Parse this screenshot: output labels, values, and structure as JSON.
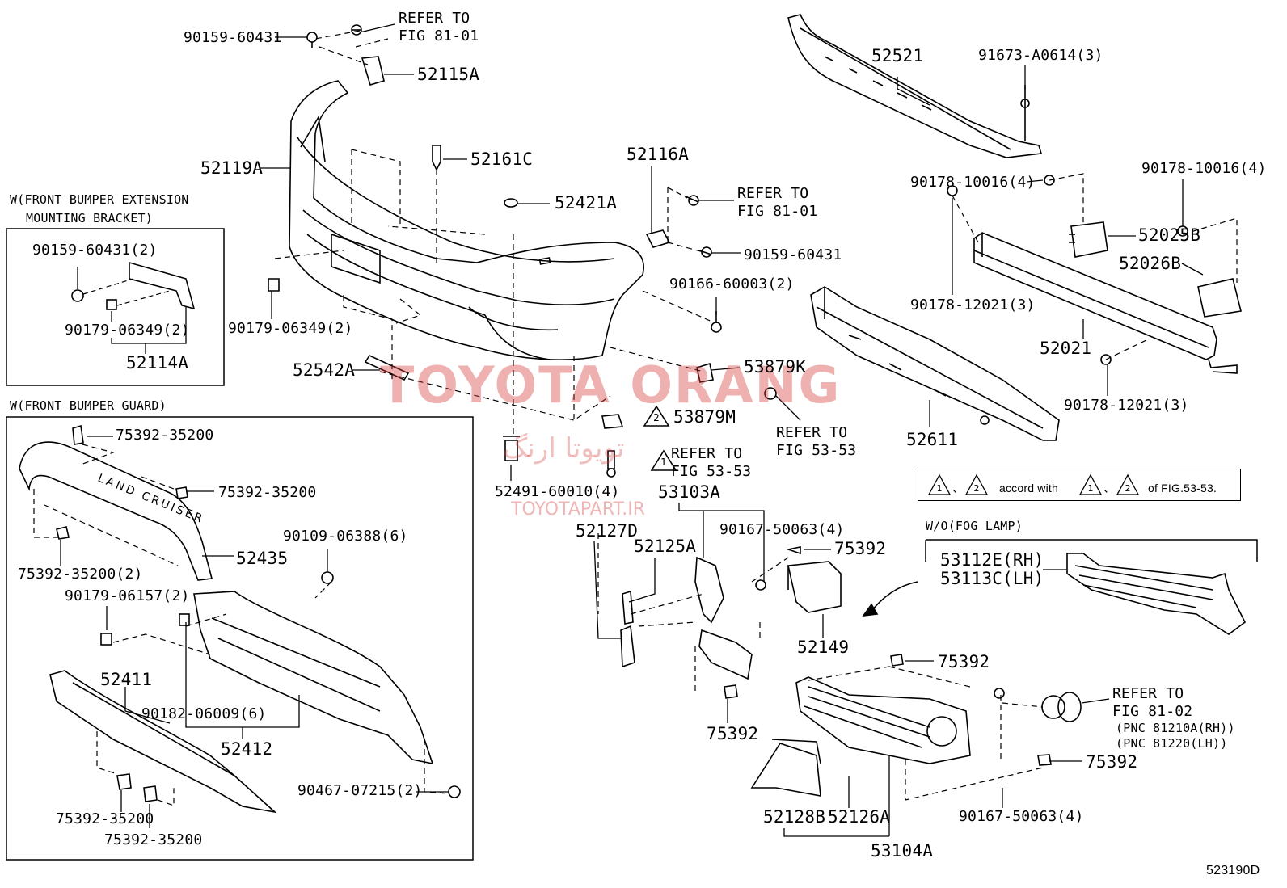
{
  "diagram_id": "523190D",
  "watermark": {
    "brand": "TOYOTA ORANG",
    "farsi": "تویوتا ارنگ",
    "site": "TOYOTAPART.IR"
  },
  "note": {
    "text": "accord with",
    "suffix": "of FIG.53-53.",
    "tri1": "1",
    "tri2": "2",
    "sep": "、"
  },
  "insets": {
    "bracket_title_1": "W(FRONT BUMPER EXTENSION",
    "bracket_title_2": "MOUNTING BRACKET)",
    "guard_title": "W(FRONT BUMPER GUARD)",
    "foglamp_title": "W/O(FOG LAMP)"
  },
  "labels": {
    "p90159_60431_top": "90159-60431",
    "refer_81_01_a_1": "REFER TO",
    "refer_81_01_a_2": "FIG 81-01",
    "p52115A": "52115A",
    "p52119A": "52119A",
    "p52161C": "52161C",
    "p52116A": "52116A",
    "refer_81_01_b_1": "REFER TO",
    "refer_81_01_b_2": "FIG 81-01",
    "p90159_60431_mid": "90159-60431",
    "p52421A": "52421A",
    "p90166_60003": "90166-60003(2)",
    "p90179_06349_main": "90179-06349(2)",
    "p52542A": "52542A",
    "p53879K": "53879K",
    "refer_53_53_a_1": "REFER TO",
    "refer_53_53_a_2": "FIG 53-53",
    "p53879M": "53879M",
    "refer_53_53_b_1": "REFER TO",
    "refer_53_53_b_2": "FIG 53-53",
    "p52491_60010": "52491-60010(4)",
    "p53103A": "53103A",
    "p52127D": "52127D",
    "p52125A": "52125A",
    "p90167_50063_top": "90167-50063(4)",
    "p75392_a": "75392",
    "p52149": "52149",
    "p75392_b": "75392",
    "p75392_c": "75392",
    "p75392_d": "75392",
    "refer_81_02_1": "REFER TO",
    "refer_81_02_2": "FIG 81-02",
    "pnc_rh": "(PNC 81210A(RH))",
    "pnc_lh": "(PNC 81220(LH))",
    "p90167_50063_bot": "90167-50063(4)",
    "p52128B": "52128B",
    "p52126A": "52126A",
    "p53104A": "53104A",
    "p53112E": "53112E(RH)",
    "p53113C": "53113C(LH)",
    "p52521": "52521",
    "p91673": "91673-A0614(3)",
    "p90178_10016_a": "90178-10016(4)",
    "p90178_10016_b": "90178-10016(4)",
    "p52025B": "52025B",
    "p52026B": "52026B",
    "p90178_12021_a": "90178-12021(3)",
    "p52021": "52021",
    "p90178_12021_b": "90178-12021(3)",
    "p52611": "52611",
    "b_90159_60431": "90159-60431(2)",
    "b_90179_06349": "90179-06349(2)",
    "b_52114A": "52114A",
    "g_75392_1": "75392-35200",
    "g_75392_2": "75392-35200",
    "g_75392_3": "75392-35200(2)",
    "g_52435": "52435",
    "g_90109_06388": "90109-06388(6)",
    "g_90179_06157": "90179-06157(2)",
    "g_52411": "52411",
    "g_90182_06009": "90182-06009(6)",
    "g_52412": "52412",
    "g_90467_07215": "90467-07215(2)",
    "g_75392_4": "75392-35200",
    "g_75392_5": "75392-35200",
    "g_emblem": "LAND CRUISER"
  }
}
